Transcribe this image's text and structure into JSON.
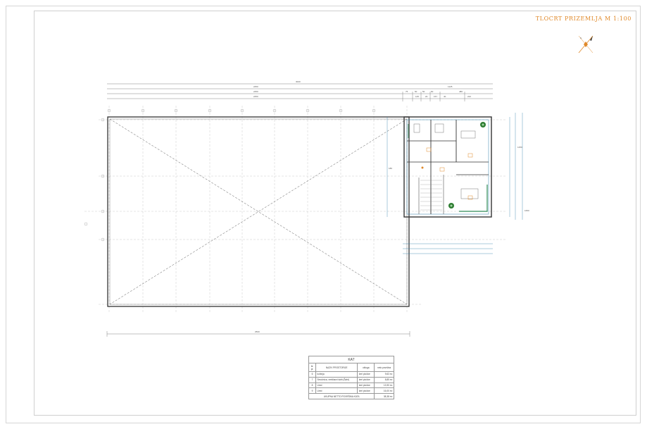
{
  "drawing": {
    "title": "TLOCRT  PRIZEMLJA  M  1:100",
    "compass_label": "S",
    "dimensions_top": [
      "3020",
      "1125",
      "2450",
      "2450",
      "2450",
      "75",
      "60",
      "50",
      "60",
      "480",
      "145",
      "20",
      "157",
      "40",
      "222"
    ],
    "dimension_bottom": "2500",
    "dimensions_right": [
      "1650",
      "1250",
      "180"
    ]
  },
  "room_table": {
    "caption": "KAT",
    "headers": {
      "number": "br. pr.",
      "name": "NAZIV PROSTORIJE",
      "floor": "obloga",
      "area": "neto površina"
    },
    "rows": [
      {
        "number": "6",
        "name": "kuhinja",
        "floor": "keri pločice",
        "area": "9,63 m²"
      },
      {
        "number": "7",
        "name": "Smočnica, ventilacni šaht (Šaht)",
        "floor": "keri pločice",
        "area": "8,85 m²"
      },
      {
        "number": "8",
        "name": "Ured",
        "floor": "keri pločice",
        "area": "13,90 m²"
      },
      {
        "number": "9",
        "name": "Ured",
        "floor": "keri pločice",
        "area": "16,00 m²"
      }
    ],
    "total_label": "UKUPNA NETTO POVRŠINA KATA",
    "total_value": "38,38 m²"
  },
  "colors": {
    "accent_orange": "#e0892a",
    "line": "#555555",
    "grid": "#b0b0b0",
    "wall_blue": "#2f7ea8",
    "green": "#2e8b57"
  },
  "icons": [
    "compass-icon",
    "plant-icon"
  ]
}
